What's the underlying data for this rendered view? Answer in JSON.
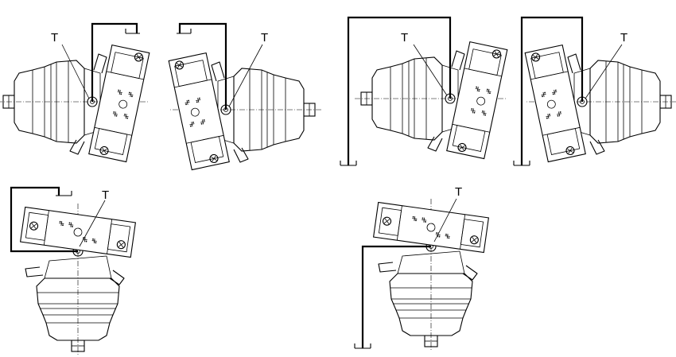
{
  "figure": {
    "views": [
      {
        "id": "horizontal-shaft-left-port-up",
        "label": "T"
      },
      {
        "id": "horizontal-shaft-right-port-up",
        "label": "T"
      },
      {
        "id": "horizontal-shaft-left-drain-down",
        "label": "T"
      },
      {
        "id": "horizontal-shaft-right-drain-down",
        "label": "T"
      },
      {
        "id": "vertical-shaft-down-loop-up",
        "label": "T"
      },
      {
        "id": "vertical-shaft-down-drain-down",
        "label": "T"
      }
    ],
    "line_color": "#000000",
    "background": "#ffffff"
  }
}
